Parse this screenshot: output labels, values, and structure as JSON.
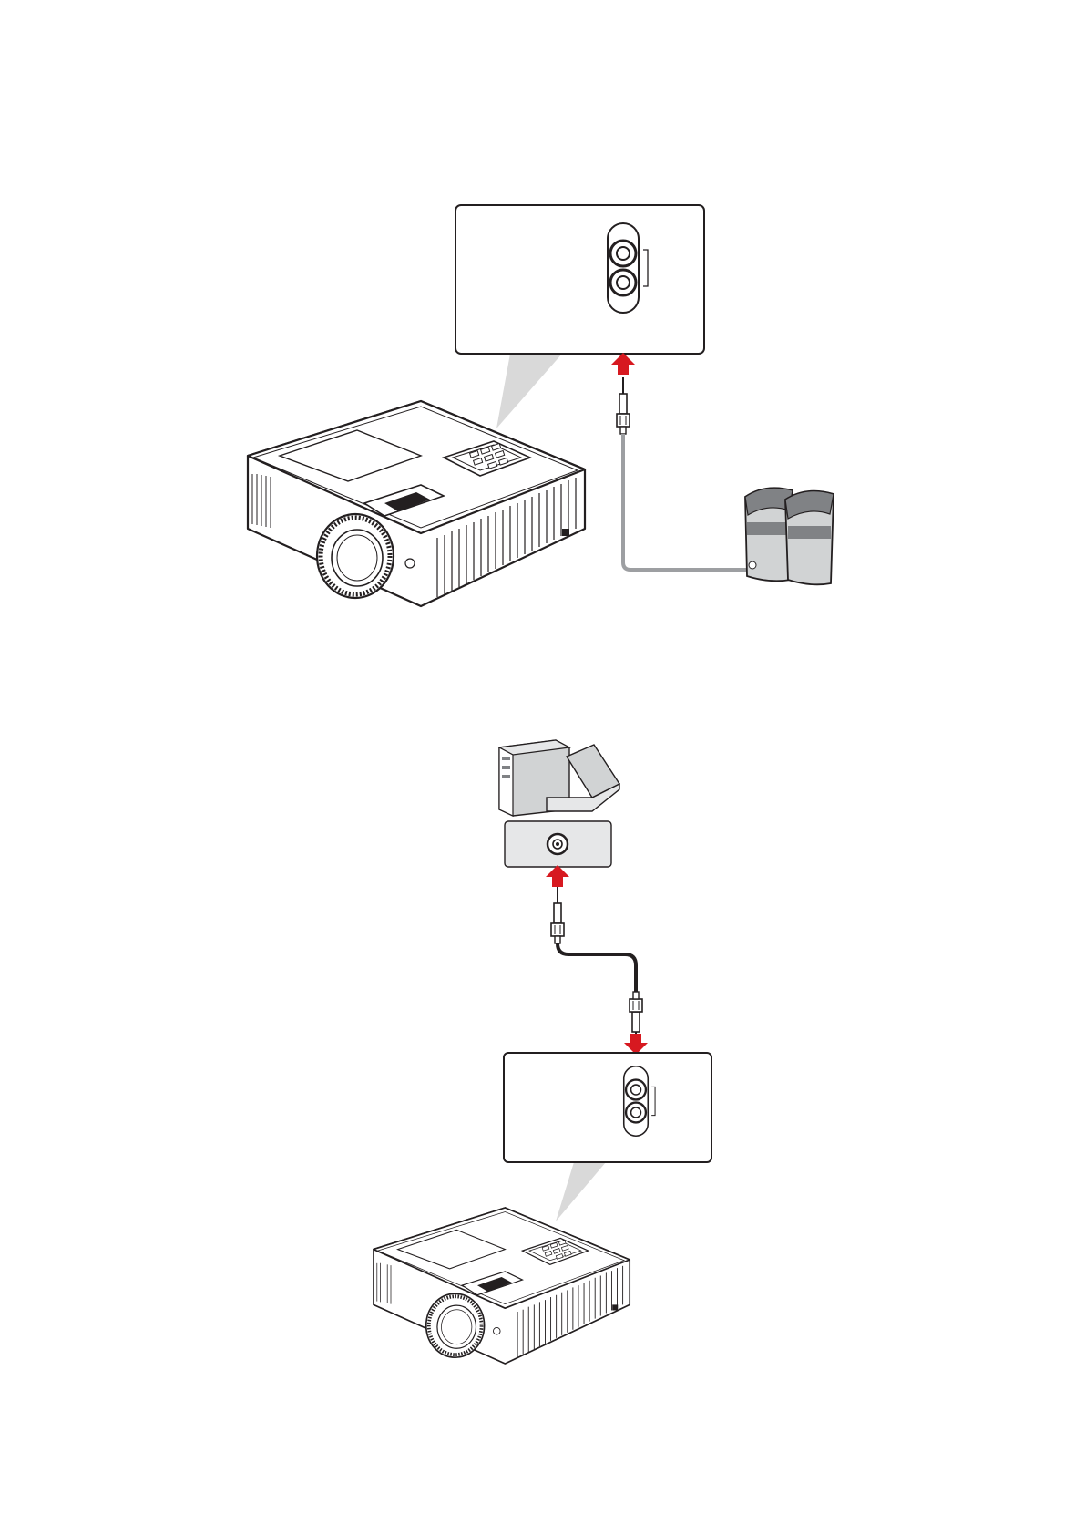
{
  "colors": {
    "outline": "#231f20",
    "arrow": "#d71920",
    "callout_shadow": "#d9d9d9",
    "panel_fill": "#e6e7e8",
    "cable_gray": "#9d9fa2",
    "cable_black": "#231f20",
    "speaker_dark": "#808285",
    "speaker_light": "#d1d3d4",
    "vent": "#231f20"
  },
  "diagrams": [
    {
      "connection": "projector-audio-out-to-speakers",
      "arrow_direction": "up"
    },
    {
      "connection": "computer-audio-out-to-projector-audio-in",
      "arrow_direction": "down"
    }
  ]
}
